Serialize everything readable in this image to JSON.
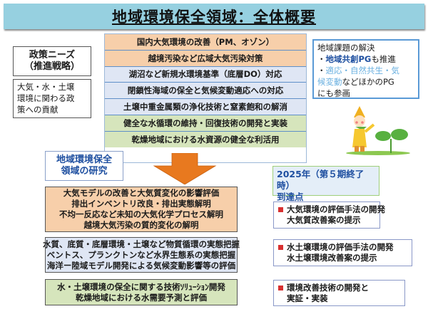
{
  "title": "地域環境保全領域：全体概要",
  "policy_needs": {
    "title_line1": "政策ニーズ",
    "title_line2": "（推進戦略）",
    "body_line1": "大気・水・土壌",
    "body_line2": "環境に関わる政",
    "body_line3": "策への貢献"
  },
  "policy_items": [
    {
      "label": "国内大気環境の改善（PM、オゾン）",
      "color": "orange"
    },
    {
      "label": "越境汚染など広域大気汚染対策",
      "color": "orange"
    },
    {
      "label": "湖沼など新規水環境基準（底層DO）対応",
      "color": "blue"
    },
    {
      "label": "閉鎖性海域の保全と気候変動適応への対応",
      "color": "blue"
    },
    {
      "label": "土壌中重金属類の浄化技術と窒素飽和の解消",
      "color": "blue"
    },
    {
      "label": "健全な水循環の維持・回復技術の開発と実装",
      "color": "green"
    },
    {
      "label": "乾燥地域における水資源の健全な利活用",
      "color": "green"
    }
  ],
  "regional_issues": {
    "line1": "地域課題の解決",
    "bullet1_prefix": "・",
    "bullet1_highlight": "地域共創PG",
    "bullet1_suffix": "も推進",
    "bullet2_prefix": "・",
    "bullet2_highlight_a": "適応・自然共生・気",
    "bullet2_highlight_b": "候変動",
    "bullet2_suffix": "などほかのPG",
    "line_last": "にも参画"
  },
  "research": {
    "title_line1": "地域環境保全",
    "title_line2": "領域の研究",
    "boxes": [
      {
        "color": "orange",
        "lines": [
          "大気モデルの改善と大気質変化の影響評価",
          "排出インベントリ改良・排出実態解明",
          "不均一反応など未知の大気化学プロセス解明",
          "越境大気汚染の質的変化の解明"
        ]
      },
      {
        "color": "blue",
        "lines": [
          "水質、底質・底層環境・土壌など物質循環の実態把握",
          "ベントス、プランクトンなど水界生態系の実態把握",
          "海洋ー陸域モデル開発による気候変動影響等の評価"
        ]
      },
      {
        "color": "green",
        "lines": [
          "水・土壌環境の保全に関する技術ｿﾘｭｰｼｮﾝ開発",
          "乾燥地域における水需要予測と評価"
        ]
      }
    ]
  },
  "milestone": {
    "line1": "2025年（第５期終了時）",
    "line2": "到達点"
  },
  "goals": [
    {
      "lines": [
        "大気環境の評価手法の開発",
        "大気質改善案の提示"
      ]
    },
    {
      "lines": [
        "水土壌環境の評価手法の開発",
        "水土壌環境改善案の提示"
      ]
    },
    {
      "lines": [
        "環境改善技術の開発と",
        "実証・実装"
      ]
    }
  ],
  "colors": {
    "title_bar": "#96d0e0",
    "orange_fill": "#f7cfaa",
    "blue_fill": "#dfe6f4",
    "green_fill": "#d6e5bc",
    "arrow": "#e8791f",
    "accent_blue": "#1e4fa0",
    "bullet_red": "#d83030"
  }
}
